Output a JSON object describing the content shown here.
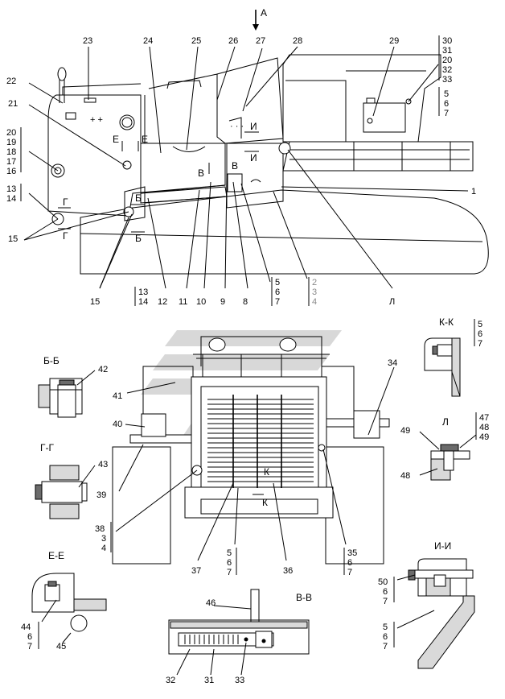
{
  "view_arrow": "А",
  "callouts": {
    "c1": "1",
    "c2": "2",
    "c3": "3",
    "c4": "4",
    "c5a": "5",
    "c6a": "6",
    "c7a": "7",
    "c8": "8",
    "c9": "9",
    "c10": "10",
    "c11": "11",
    "c12": "12",
    "c13a": "13",
    "c14a": "14",
    "c13b": "13",
    "c14b": "14",
    "c15a": "15",
    "c15b": "15",
    "c16": "16",
    "c17": "17",
    "c18": "18",
    "c19": "19",
    "c20a": "20",
    "c21": "21",
    "c22": "22",
    "c23": "23",
    "c24": "24",
    "c25": "25",
    "c26": "26",
    "c27": "27",
    "c28": "28",
    "c29": "29",
    "c30": "30",
    "c31": "31",
    "c20b": "20",
    "c32a": "32",
    "c33a": "33",
    "c5b": "5",
    "c6b": "6",
    "c7b": "7",
    "c34": "34",
    "c35": "35",
    "c6c": "6",
    "c7c": "7",
    "c36": "36",
    "c37": "37",
    "c5d": "5",
    "c6d": "6",
    "c7d": "7",
    "c38": "38",
    "c3b": "3",
    "c4b": "4",
    "c39": "39",
    "c40": "40",
    "c41": "41",
    "c42": "42",
    "c43": "43",
    "c44": "44",
    "c6e": "6",
    "c7e": "7",
    "c45": "45",
    "c46": "46",
    "c32b": "32",
    "c31b": "31",
    "c33b": "33",
    "c47": "47",
    "c48a": "48",
    "c49a": "49",
    "c48b": "48",
    "c49b": "49",
    "c5k": "5",
    "c6k": "6",
    "c7k": "7",
    "c50": "50",
    "c6i": "6",
    "c7i": "7",
    "c5i": "5",
    "c6j": "6",
    "c7j": "7",
    "lL": "Л"
  },
  "section_marks": {
    "b1": "Б",
    "b2": "Б",
    "g1": "Г",
    "g2": "Г",
    "e1": "Е",
    "e2": "Е",
    "i1": "И",
    "i2": "И",
    "v1": "В",
    "v2": "В",
    "k1": "К",
    "k2": "К"
  },
  "section_titles": {
    "bb": "Б-Б",
    "gg": "Г-Г",
    "ee": "Е-Е",
    "vv": "В-В",
    "kk": "К-К",
    "l": "Л",
    "ii": "И-И"
  }
}
